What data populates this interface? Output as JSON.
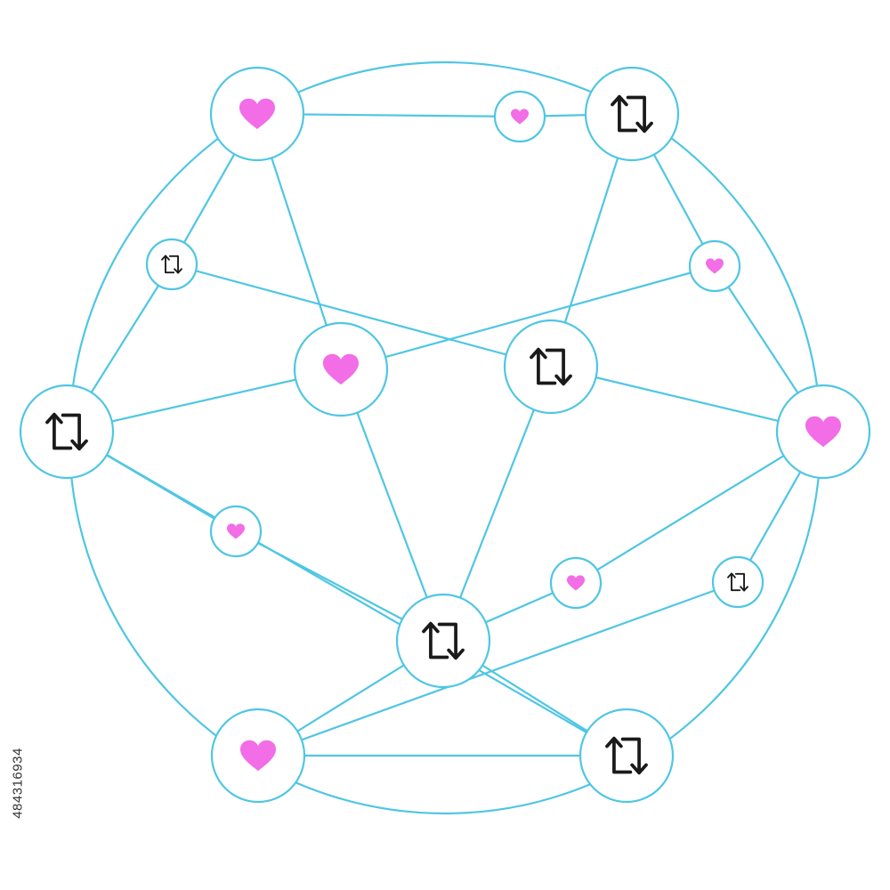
{
  "diagram": {
    "colors": {
      "line": "#4fc6e3",
      "node_fill": "#ffffff",
      "heart": "#f26de6",
      "repost": "#1a1a1a"
    },
    "nodes": [
      {
        "id": "n1",
        "icon": "heart-icon",
        "size": "large"
      },
      {
        "id": "n2",
        "icon": "heart-icon",
        "size": "small"
      },
      {
        "id": "n3",
        "icon": "repost-icon",
        "size": "large"
      },
      {
        "id": "n4",
        "icon": "repost-icon",
        "size": "small"
      },
      {
        "id": "n5",
        "icon": "heart-icon",
        "size": "small"
      },
      {
        "id": "n6",
        "icon": "heart-icon",
        "size": "large"
      },
      {
        "id": "n7",
        "icon": "repost-icon",
        "size": "large"
      },
      {
        "id": "n8",
        "icon": "repost-icon",
        "size": "large"
      },
      {
        "id": "n9",
        "icon": "heart-icon",
        "size": "large"
      },
      {
        "id": "n10",
        "icon": "heart-icon",
        "size": "small"
      },
      {
        "id": "n11",
        "icon": "heart-icon",
        "size": "small"
      },
      {
        "id": "n12",
        "icon": "repost-icon",
        "size": "small"
      },
      {
        "id": "n13",
        "icon": "repost-icon",
        "size": "large"
      },
      {
        "id": "n14",
        "icon": "heart-icon",
        "size": "large"
      },
      {
        "id": "n15",
        "icon": "repost-icon",
        "size": "large"
      }
    ],
    "edges": [
      [
        "n1",
        "n2"
      ],
      [
        "n2",
        "n3"
      ],
      [
        "n1",
        "n4"
      ],
      [
        "n4",
        "n8"
      ],
      [
        "n1",
        "n6"
      ],
      [
        "n3",
        "n7"
      ],
      [
        "n3",
        "n5"
      ],
      [
        "n5",
        "n9"
      ],
      [
        "n8",
        "n6"
      ],
      [
        "n6",
        "n13"
      ],
      [
        "n8",
        "n10"
      ],
      [
        "n10",
        "n13"
      ],
      [
        "n8",
        "n15"
      ],
      [
        "n6",
        "n5"
      ],
      [
        "n4",
        "n7"
      ],
      [
        "n7",
        "n9"
      ],
      [
        "n7",
        "n13"
      ],
      [
        "n9",
        "n11"
      ],
      [
        "n11",
        "n13"
      ],
      [
        "n9",
        "n12"
      ],
      [
        "n12",
        "n14"
      ],
      [
        "n13",
        "n15"
      ],
      [
        "n13",
        "n14"
      ],
      [
        "n15",
        "n14"
      ]
    ]
  },
  "stock_id": "484316934"
}
